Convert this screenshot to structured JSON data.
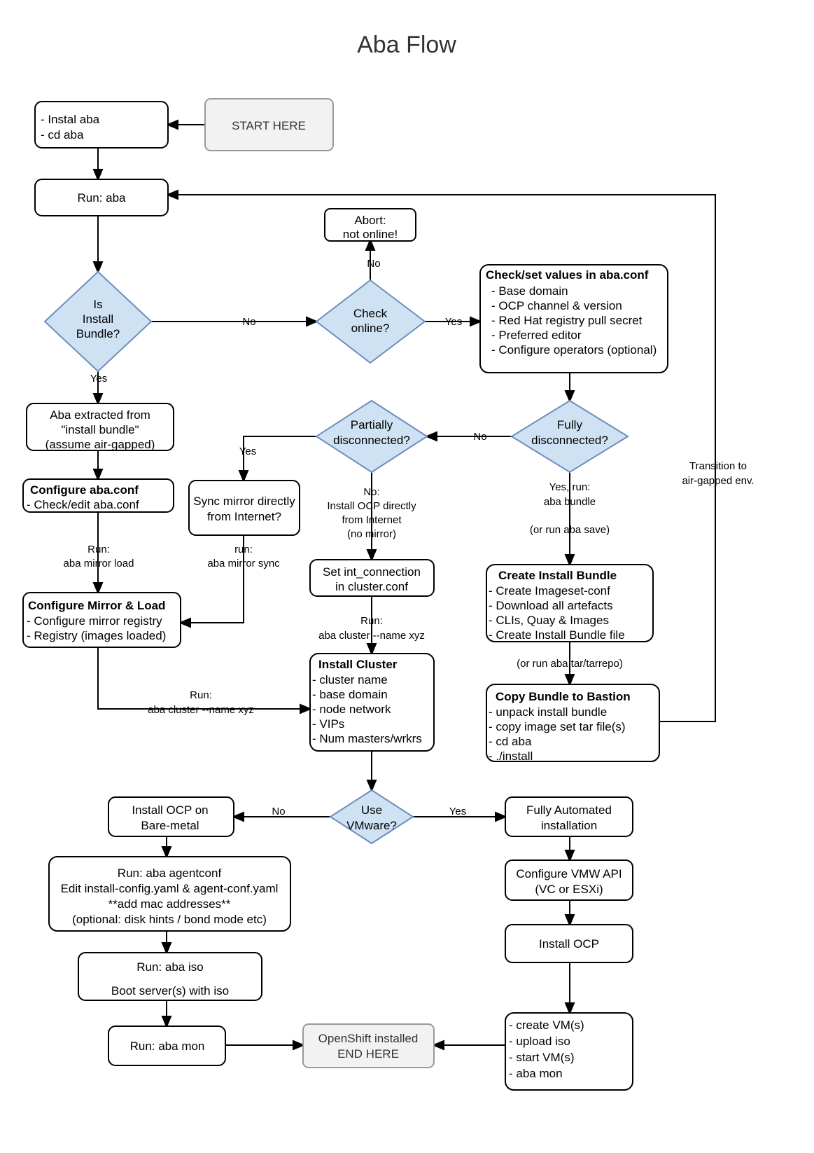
{
  "title": "Aba Flow",
  "nodes": {
    "start": {
      "lines": [
        "START HERE"
      ]
    },
    "install_aba": {
      "lines": [
        "- Instal aba",
        "- cd aba"
      ]
    },
    "run_aba": {
      "lines": [
        "Run: aba"
      ]
    },
    "abort_not_online": {
      "lines": [
        "Abort:",
        "not online!"
      ]
    },
    "is_install_bundle": {
      "lines": [
        "Is",
        "Install",
        "Bundle?"
      ]
    },
    "check_online": {
      "lines": [
        "Check",
        "online?"
      ]
    },
    "check_set_values": {
      "heading": "Check/set values in aba.conf",
      "lines": [
        "- Base domain",
        "- OCP channel & version",
        "- Red Hat registry pull secret",
        "- Preferred editor",
        "- Configure operators (optional)"
      ]
    },
    "aba_extracted": {
      "lines": [
        "Aba extracted from",
        "\"install bundle\"",
        "(assume air-gapped)"
      ]
    },
    "partially_disconnected": {
      "lines": [
        "Partially",
        "disconnected?"
      ]
    },
    "fully_disconnected": {
      "lines": [
        "Fully",
        "disconnected?"
      ]
    },
    "configure_aba_conf": {
      "heading": "Configure aba.conf",
      "lines": [
        "- Check/edit aba.conf"
      ]
    },
    "sync_mirror": {
      "lines": [
        "Sync mirror directly",
        "from Internet?"
      ]
    },
    "set_int_connection": {
      "lines": [
        "Set int_connection",
        "in cluster.conf"
      ]
    },
    "configure_mirror_load": {
      "heading": "Configure Mirror & Load",
      "lines": [
        "- Configure mirror registry",
        "- Registry (images loaded)"
      ]
    },
    "create_install_bundle": {
      "heading": "Create Install Bundle",
      "lines": [
        "- Create Imageset-conf",
        "- Download all artefacts",
        "   - CLIs, Quay & Images",
        "- Create Install Bundle file"
      ]
    },
    "install_cluster": {
      "heading": "Install Cluster",
      "lines": [
        "- cluster name",
        "- base domain",
        "- node network",
        "- VIPs",
        "- Num masters/wrkrs"
      ]
    },
    "copy_bundle_bastion": {
      "heading": "Copy Bundle to Bastion",
      "lines": [
        "- unpack install bundle",
        "- copy image set tar file(s)",
        "- cd aba",
        "- ./install"
      ]
    },
    "use_vmware": {
      "lines": [
        "Use",
        "VMware?"
      ]
    },
    "install_ocp_baremetal": {
      "lines": [
        "Install OCP on",
        "Bare-metal"
      ]
    },
    "fully_automated": {
      "lines": [
        "Fully Automated",
        "installation"
      ]
    },
    "run_agentconf": {
      "lines": [
        "Run: aba agentconf",
        "Edit install-config.yaml & agent-conf.yaml",
        "**add mac addresses**",
        "(optional: disk hints / bond mode etc)"
      ]
    },
    "configure_vmw_api": {
      "lines": [
        "Configure VMW API",
        "(VC or ESXi)"
      ]
    },
    "run_aba_iso": {
      "lines": [
        "Run: aba iso",
        "",
        "Boot server(s) with iso"
      ]
    },
    "install_ocp": {
      "lines": [
        "Install OCP"
      ]
    },
    "run_aba_mon": {
      "lines": [
        "Run: aba mon"
      ]
    },
    "openshift_installed": {
      "lines": [
        "OpenShift installed",
        "END HERE"
      ]
    },
    "vm_steps": {
      "lines": [
        "- create VM(s)",
        "- upload iso",
        "- start VM(s)",
        "- aba mon"
      ]
    }
  },
  "edge_labels": {
    "no_1": "No",
    "no_2": "No",
    "yes_1": "Yes",
    "yes_install_bundle": "Yes",
    "no_fully": "No",
    "yes_partially": "Yes",
    "no_partially_1": "No:",
    "no_partially_2": "Install OCP directly",
    "no_partially_3": "from Internet",
    "no_partially_4": "(no mirror)",
    "yes_run_1": "Yes, run:",
    "yes_run_2": "aba bundle",
    "or_run_save": "(or run aba save)",
    "or_run_tar": "(or run aba tar/tarrepo)",
    "run_mirror_load_1": "Run:",
    "run_mirror_load_2": "aba mirror load",
    "run_mirror_sync_1": "run:",
    "run_mirror_sync_2": "aba mirror sync",
    "run_cluster_1": "Run:",
    "run_cluster_2": "aba cluster --name xyz",
    "run_cluster_left_1": "Run:",
    "run_cluster_left_2": "aba cluster --name xyz",
    "transition_1": "Transition to",
    "transition_2": "air-gapped env.",
    "no_vmware": "No",
    "yes_vmware": "Yes"
  },
  "colors": {
    "diamond_fill": "#cfe2f3",
    "diamond_stroke": "#6c8ebf",
    "terminal_fill": "#f2f2f2",
    "terminal_stroke": "#999999",
    "node_stroke": "#000000",
    "text": "#000000",
    "title_text": "#333333",
    "background": "#ffffff"
  }
}
